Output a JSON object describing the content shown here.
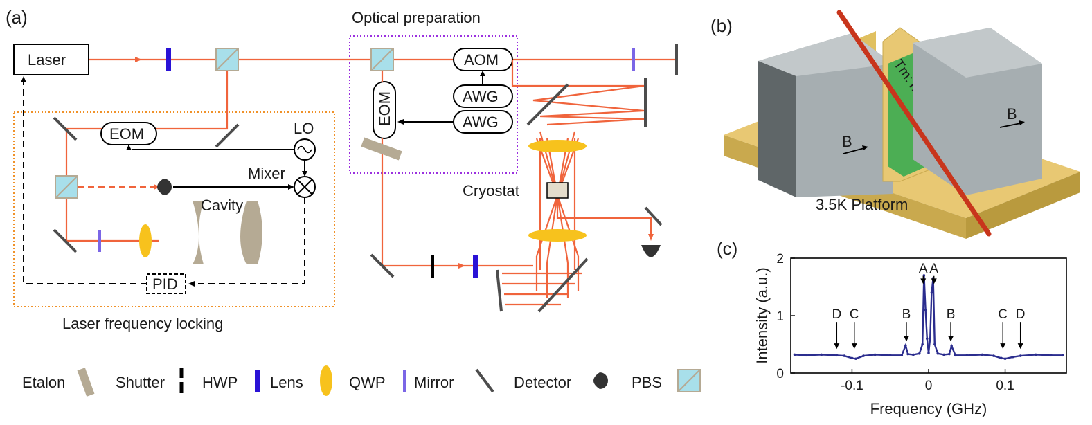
{
  "panels": {
    "a": "(a)",
    "b": "(b)",
    "c": "(c)"
  },
  "schematic": {
    "laser": "Laser",
    "optical_preparation": "Optical preparation",
    "aom": "AOM",
    "awg_top": "AWG",
    "awg_bottom": "AWG",
    "eom_prep": "EOM",
    "eom_lock": "EOM",
    "lo": "LO",
    "mixer": "Mixer",
    "cavity": "Cavity",
    "pid": "PID",
    "cryostat": "Cryostat",
    "laser_locking": "Laser frequency locking"
  },
  "legend": {
    "etalon": "Etalon",
    "shutter": "Shutter",
    "hwp": "HWP",
    "lens": "Lens",
    "qwp": "QWP",
    "mirror": "Mirror",
    "detector": "Detector",
    "pbs": "PBS"
  },
  "colors": {
    "beam": "#f0643c",
    "hwp": "#2a12d6",
    "qwp": "#7b66e6",
    "lens": "#f7c21d",
    "pbs": "#a8dfea",
    "etalon": "#b5aa94",
    "magnet": "#a6aeb1",
    "platform": "#e8c873",
    "crystal": "#4cae54",
    "rod": "#c8351c",
    "spectrum": "#2b2d8e",
    "locking_box": "#f0922a",
    "prep_box": "#9b30e0"
  },
  "setup3d": {
    "crystal_label": "Tm:YAG",
    "field_left": "B",
    "field_right": "B",
    "platform_label": "3.5K Platform"
  },
  "chart_data": {
    "type": "line",
    "xlabel": "Frequency (GHz)",
    "ylabel": "Intensity (a.u.)",
    "xlim": [
      -0.18,
      0.18
    ],
    "ylim": [
      0,
      2
    ],
    "xticks": [
      -0.1,
      0,
      0.1
    ],
    "xtick_labels": [
      "-0.1",
      "0",
      "0.1"
    ],
    "yticks": [
      0,
      1,
      2
    ],
    "ytick_labels": [
      "0",
      "1",
      "2"
    ],
    "series": [
      {
        "x": [
          -0.175,
          -0.16,
          -0.14,
          -0.12,
          -0.11,
          -0.1,
          -0.095,
          -0.085,
          -0.07,
          -0.05,
          -0.035,
          -0.03,
          -0.027,
          -0.02,
          -0.012,
          -0.008,
          -0.006,
          -0.004,
          -0.002,
          0,
          0.002,
          0.004,
          0.006,
          0.008,
          0.012,
          0.02,
          0.027,
          0.03,
          0.035,
          0.05,
          0.07,
          0.085,
          0.095,
          0.1,
          0.11,
          0.12,
          0.14,
          0.16,
          0.175
        ],
        "y": [
          0.32,
          0.31,
          0.32,
          0.31,
          0.3,
          0.26,
          0.25,
          0.3,
          0.32,
          0.31,
          0.31,
          0.48,
          0.33,
          0.32,
          0.34,
          0.5,
          1.7,
          1.1,
          0.6,
          0.35,
          0.6,
          1.4,
          1.65,
          0.5,
          0.34,
          0.32,
          0.33,
          0.47,
          0.31,
          0.31,
          0.32,
          0.3,
          0.26,
          0.25,
          0.28,
          0.3,
          0.32,
          0.31,
          0.31
        ]
      }
    ],
    "annotations": [
      {
        "text": "D",
        "x": -0.12
      },
      {
        "text": "C",
        "x": -0.097
      },
      {
        "text": "B",
        "x": -0.029
      },
      {
        "text": "A",
        "x": -0.007
      },
      {
        "text": "A",
        "x": 0.007
      },
      {
        "text": "B",
        "x": 0.029
      },
      {
        "text": "C",
        "x": 0.097
      },
      {
        "text": "D",
        "x": 0.12
      }
    ]
  }
}
